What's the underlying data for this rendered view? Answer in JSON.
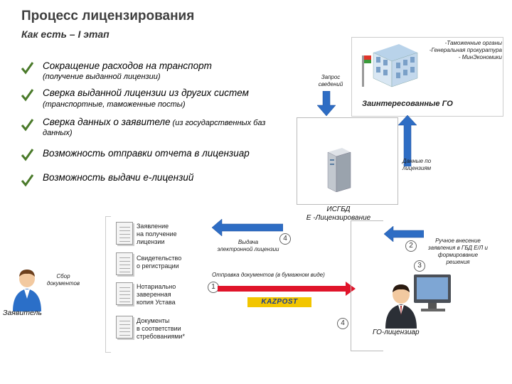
{
  "header": {
    "title": "Процесс лицензирования",
    "subtitle": "Как есть – I этап"
  },
  "bullets": [
    {
      "main": "Сокращение расходов на транспорт",
      "sub": "(получение выданной лицензии)"
    },
    {
      "main": "Сверка выданной лицензии из других систем",
      "sub": "(транспортные, таможенные посты)"
    },
    {
      "main": "Сверка данных о заявителе",
      "tail": " (из государственных баз",
      "sub": "данных)"
    },
    {
      "main": "Возможность отправки отчета в лицензиар",
      "sub": ""
    },
    {
      "main": "Возможность выдачи е-лицензий",
      "sub": ""
    }
  ],
  "gov": {
    "list": [
      "-Таможенные органы",
      "-Генеральная прокуратура",
      "- МинЭкономики"
    ],
    "label": "Заинтересованные ГО",
    "request": [
      "Запрос",
      "сведений"
    ]
  },
  "server": {
    "data_label": [
      "Данные по",
      "лицензиям"
    ],
    "label": [
      "ИСГБД",
      "Е -Лицензирование"
    ]
  },
  "documents": [
    {
      "lines": [
        "Заявление",
        "на получение",
        "лицензии"
      ]
    },
    {
      "lines": [
        "Свидетельство",
        "о регистрации"
      ]
    },
    {
      "lines": [
        "Нотариально",
        "заверенная",
        "копия Устава"
      ]
    },
    {
      "lines": [
        "Документы",
        "в соответствии",
        "стребованиями*"
      ]
    }
  ],
  "applicant": {
    "collect": [
      "Сбор",
      "документов"
    ],
    "label": "Заявитель"
  },
  "flows": {
    "issue": [
      "Выдача",
      "электронной лицензии"
    ],
    "send": "Отправка документов (в бумажном виде)",
    "manual": [
      "Ручное внесение",
      "заявления в ГБД Е/Л и",
      "формирование",
      "решения"
    ]
  },
  "steps": {
    "n1": "1",
    "n2": "2",
    "n3": "3",
    "n4a": "4",
    "n4b": "4"
  },
  "kazpost": "KAZPOST",
  "licensor": "ГО-лицензиар",
  "colors": {
    "check": "#4a7a2a",
    "arrow_blue": "#2e6dc4",
    "arrow_red": "#e0142a",
    "kazpost": "#1a3d8f",
    "kazpost_bg": "#f2c500"
  }
}
